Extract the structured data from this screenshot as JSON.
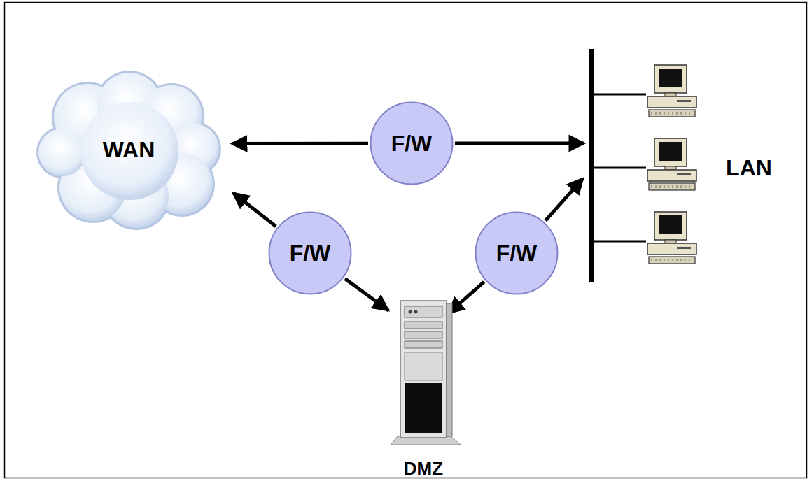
{
  "diagram": {
    "nodes": [
      {
        "text": [
          "WAN"
        ]
      },
      {
        "text": [
          "F/W"
        ]
      },
      {
        "text": [
          "LAN"
        ]
      },
      {
        "text": [
          "F/W"
        ]
      },
      {
        "text": [
          "F/W"
        ]
      },
      {
        "text": [
          "DMZ"
        ]
      }
    ],
    "edges": [
      {
        "from": 1,
        "to": 0,
        "arrow": "to"
      },
      {
        "from": 1,
        "to": 2,
        "arrow": "to"
      },
      {
        "from": 3,
        "to": 0,
        "arrow": "to"
      },
      {
        "from": 3,
        "to": 5,
        "arrow": "to"
      },
      {
        "from": 4,
        "to": 2,
        "arrow": "to"
      },
      {
        "from": 4,
        "to": 5,
        "arrow": "to"
      }
    ]
  }
}
